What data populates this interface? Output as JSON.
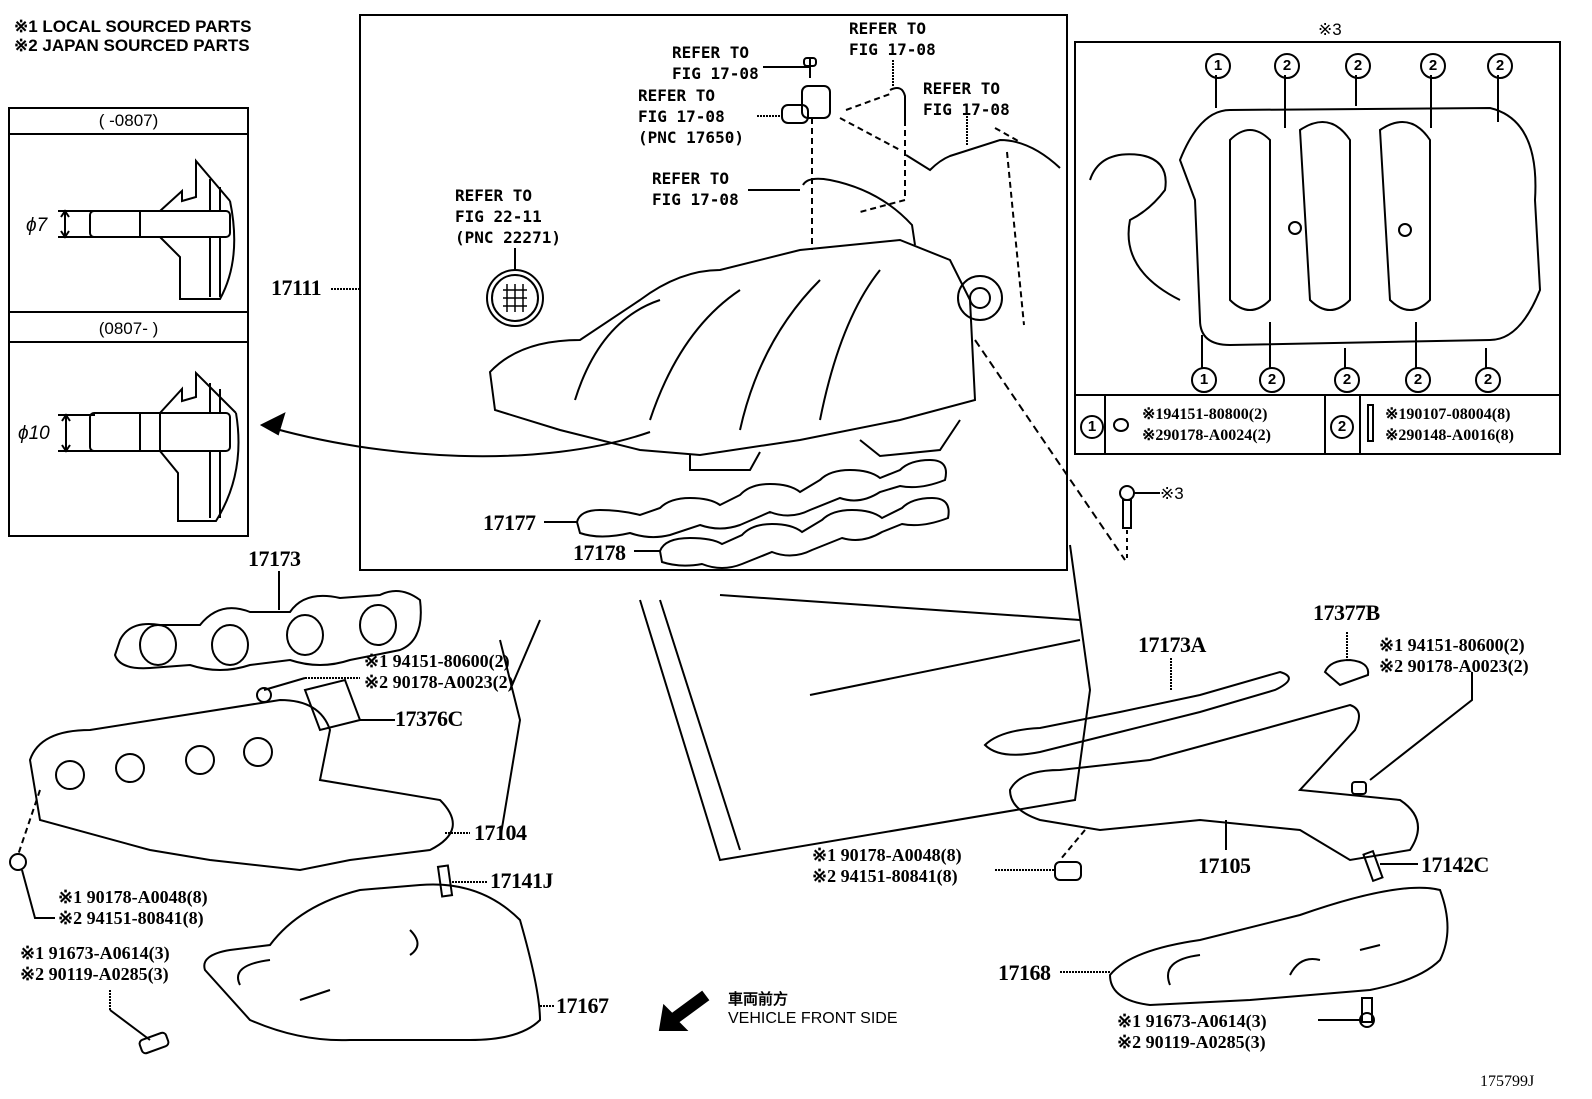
{
  "legend": {
    "line1": "※1 LOCAL SOURCED PARTS",
    "line2": "※2 JAPAN SOURCED PARTS"
  },
  "detail_boxes": [
    {
      "header": "(       -0807)",
      "dimension": "ϕ7"
    },
    {
      "header": "(0807-       )",
      "dimension": "ϕ10"
    }
  ],
  "main_box": {
    "label": "17111",
    "refs": [
      {
        "line1": "REFER TO",
        "line2": "FIG 17-08"
      },
      {
        "line1": "REFER TO",
        "line2": "FIG 17-08",
        "line3": "(PNC 17650)"
      },
      {
        "line1": "REFER TO",
        "line2": "FIG 17-08"
      },
      {
        "line1": "REFER TO",
        "line2": "FIG 17-08"
      },
      {
        "line1": "REFER TO",
        "line2": "FIG 17-08"
      },
      {
        "line1": "REFER TO",
        "line2": "FIG 22-11",
        "line3": "(PNC 22271)"
      }
    ],
    "gaskets": [
      "17177",
      "17178"
    ]
  },
  "inset": {
    "title": "※3",
    "top_markers": [
      "1",
      "2",
      "2",
      "2",
      "2"
    ],
    "bottom_markers": [
      "1",
      "2",
      "2",
      "2",
      "2"
    ],
    "table": [
      {
        "marker": "1",
        "line1_mark": "※1",
        "line1": "94151-80800(2)",
        "line2_mark": "※2",
        "line2": "90178-A0024(2)"
      },
      {
        "marker": "2",
        "line1_mark": "※1",
        "line1": "90107-08004(8)",
        "line2_mark": "※2",
        "line2": "90148-A0016(8)"
      }
    ]
  },
  "bolt_note": "※3",
  "left_bank": {
    "gasket": "17173",
    "stud_nut": {
      "l1": "※1  94151-80600(2)",
      "l2": "※2  90178-A0023(2)"
    },
    "bracket": "17376C",
    "manifold": "17104",
    "stud": "17141J",
    "nut": {
      "l1": "※1  90178-A0048(8)",
      "l2": "※2  94151-80841(8)"
    },
    "bolt": {
      "l1": "※1 91673-A0614(3)",
      "l2": "※2 90119-A0285(3)"
    },
    "heat_insulator": "17167"
  },
  "right_bank": {
    "gasket": "17173A",
    "bracket": "17377B",
    "stud_nut": {
      "l1": "※1  94151-80600(2)",
      "l2": "※2  90178-A0023(2)"
    },
    "nut": {
      "l1": "※1  90178-A0048(8)",
      "l2": "※2  94151-80841(8)"
    },
    "manifold": "17105",
    "stud": "17142C",
    "heat_insulator": "17168",
    "bolt": {
      "l1": "※1 91673-A0614(3)",
      "l2": "※2 90119-A0285(3)"
    }
  },
  "direction": {
    "japanese": "車両前方",
    "english": "VEHICLE FRONT SIDE"
  },
  "figure_id": "175799J"
}
